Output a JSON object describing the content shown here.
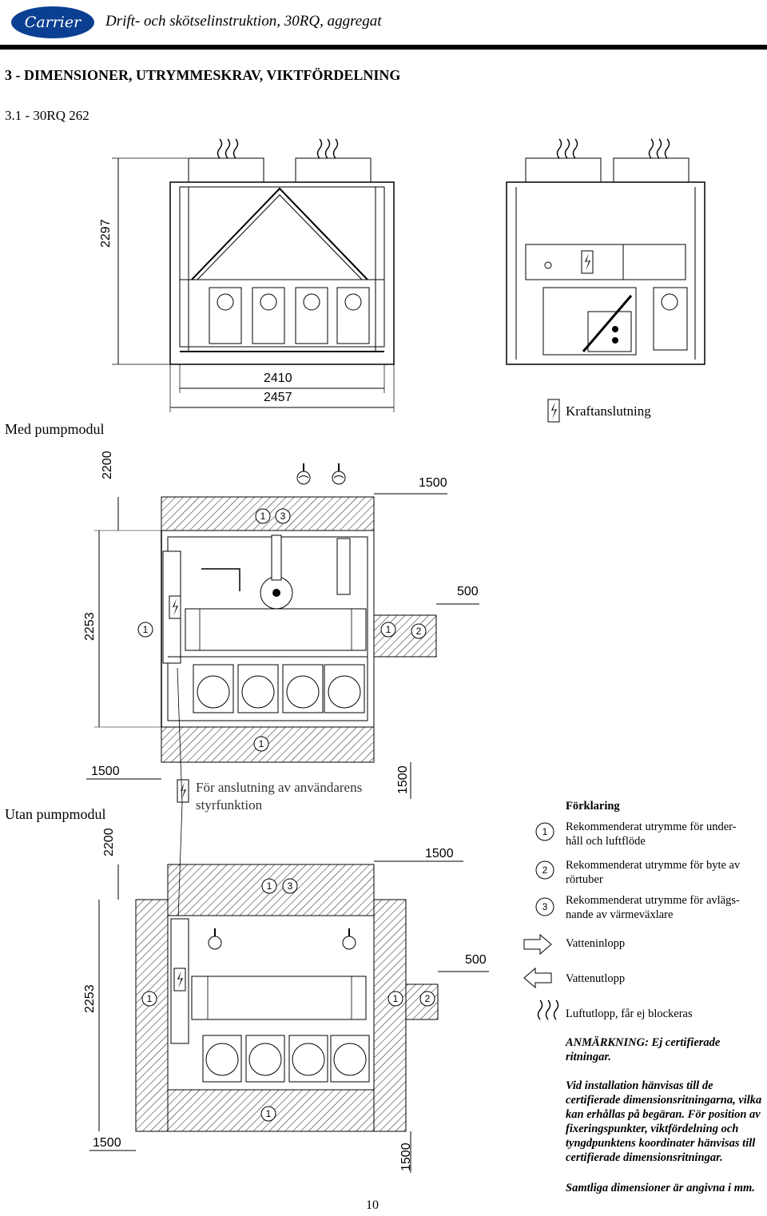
{
  "header": {
    "logo": "Carrier",
    "title": "Drift- och skötselinstruktion, 30RQ, aggregat"
  },
  "section": {
    "title": "3 - DIMENSIONER, UTRYMMESKRAV, VIKTFÖRDELNING",
    "subtitle": "3.1 - 30RQ 262"
  },
  "top_view": {
    "height": "2297",
    "width1": "2410",
    "width2": "2457",
    "power_label": "Kraftanslutning"
  },
  "with_pump": {
    "label": "Med pumpmodul",
    "dim_top": "2200",
    "dim_right": "1500",
    "dim_500": "500",
    "dim_left": "2253",
    "dim_bottom": "1500",
    "dim_bottom2": "1500"
  },
  "without_pump": {
    "label": "Utan pumpmodul",
    "control_label": "För anslutning av användarens styrfunktion",
    "dim_top": "2200",
    "dim_right": "1500",
    "dim_500": "500",
    "dim_left": "2253",
    "dim_bottom": "1500",
    "dim_bottom2": "1500"
  },
  "legend": {
    "title": "Förklaring",
    "items": [
      {
        "num": "1",
        "text": "Rekommenderat utrymme för under-håll och luftflöde"
      },
      {
        "num": "2",
        "text": "Rekommenderat utrymme för byte av rörtuber"
      },
      {
        "num": "3",
        "text": "Rekommenderat utrymme för avlägs-nande av värmeväxlare"
      }
    ],
    "water_in": "Vatteninlopp",
    "water_out": "Vattenutlopp",
    "air_out": "Luftutlopp, får ej blockeras",
    "note1": "ANMÄRKNING: Ej certifierade ritningar.",
    "note2": "Vid installation hänvisas till de certifierade dimensionsritningarna, vilka kan erhållas på begäran. För position av fixeringspunkter, viktfördelning och tyngdpunktens koordinater hänvisas till certifierade dimensionsritningar.",
    "note3": "Samtliga dimensioner är angivna i mm."
  },
  "page_number": "10"
}
